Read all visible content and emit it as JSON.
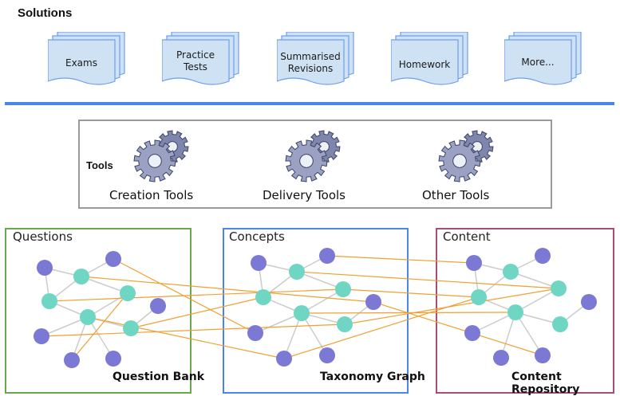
{
  "solutions": {
    "title": "Solutions",
    "items": [
      {
        "label": "Exams"
      },
      {
        "label": "Practice\nTests"
      },
      {
        "label": "Summarised\nRevisions"
      },
      {
        "label": "Homework"
      },
      {
        "label": "More..."
      }
    ]
  },
  "tools": {
    "title": "Tools",
    "items": [
      {
        "label": "Creation Tools",
        "icon": "gears-icon"
      },
      {
        "label": "Delivery Tools",
        "icon": "gears-icon"
      },
      {
        "label": "Other Tools",
        "icon": "gears-icon"
      }
    ]
  },
  "panels": [
    {
      "title": "Questions",
      "caption": "Question Bank",
      "color": "#6aa84f"
    },
    {
      "title": "Concepts",
      "caption": "Taxonomy Graph",
      "color": "#4a86e8"
    },
    {
      "title": "Content",
      "caption": "Content Repository",
      "color": "#a64d79"
    }
  ],
  "colors": {
    "divider": "#4a86e8",
    "doc_fill": "#cfe2f3",
    "doc_stroke": "#6d9eeb",
    "node_purple": "#7b79d3",
    "node_teal": "#6fd6c4",
    "edge_gray": "#cccccc",
    "link_orange": "#f0a030"
  }
}
